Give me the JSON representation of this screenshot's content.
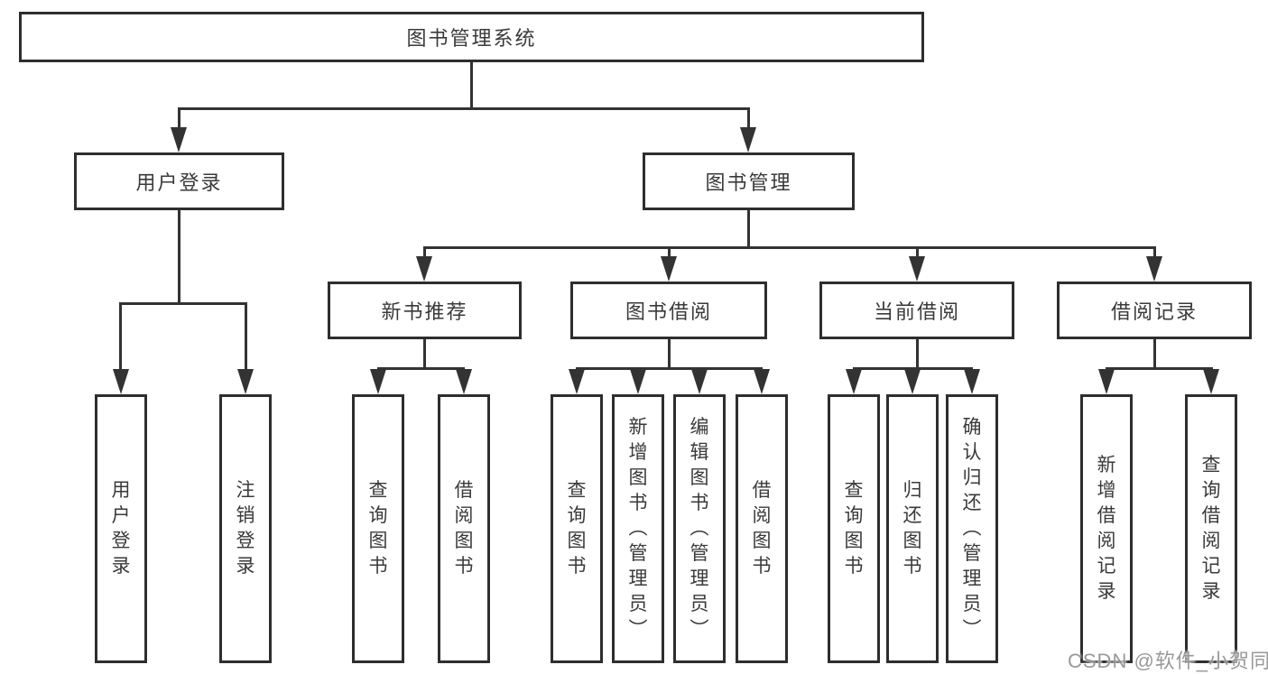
{
  "colors": {
    "background": "#ffffff",
    "box_border": "#2e2e2e",
    "line": "#333333",
    "text": "#3a3a3a",
    "watermark": "#878787"
  },
  "nodes": {
    "root": {
      "label": "图书管理系统"
    },
    "user_login": {
      "label": "用户登录"
    },
    "book_mgmt": {
      "label": "图书管理"
    },
    "new_book_rec": {
      "label": "新书推荐"
    },
    "book_borrow": {
      "label": "图书借阅"
    },
    "current_borrow": {
      "label": "当前借阅"
    },
    "borrow_record": {
      "label": "借阅记录"
    },
    "leaf_user_login": {
      "label": "用户登录"
    },
    "leaf_logout": {
      "label": "注销登录"
    },
    "leaf_nb_query": {
      "label": "查询图书"
    },
    "leaf_nb_borrow": {
      "label": "借阅图书"
    },
    "leaf_bb_query": {
      "label": "查询图书"
    },
    "leaf_bb_add": {
      "label": "新增图书（管理员）"
    },
    "leaf_bb_edit": {
      "label": "编辑图书（管理员）"
    },
    "leaf_bb_borrow": {
      "label": "借阅图书"
    },
    "leaf_cb_query": {
      "label": "查询图书"
    },
    "leaf_cb_return": {
      "label": "归还图书"
    },
    "leaf_cb_confirm": {
      "label": "确认归还（管理员）"
    },
    "leaf_br_add": {
      "label": "新增借阅记录"
    },
    "leaf_br_query": {
      "label": "查询借阅记录"
    }
  },
  "structure": {
    "图书管理系统": {
      "用户登录": [
        "用户登录",
        "注销登录"
      ],
      "图书管理": {
        "新书推荐": [
          "查询图书",
          "借阅图书"
        ],
        "图书借阅": [
          "查询图书",
          "新增图书（管理员）",
          "编辑图书（管理员）",
          "借阅图书"
        ],
        "当前借阅": [
          "查询图书",
          "归还图书",
          "确认归还（管理员）"
        ],
        "借阅记录": [
          "新增借阅记录",
          "查询借阅记录"
        ]
      }
    }
  },
  "watermark": "CSDN @软件_小贺同学"
}
